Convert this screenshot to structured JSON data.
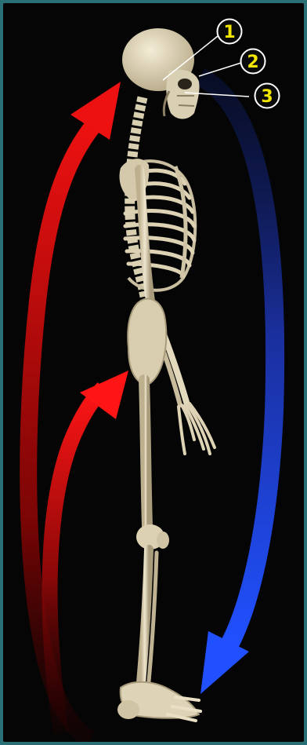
{
  "callouts": [
    {
      "label": "1"
    },
    {
      "label": "2"
    },
    {
      "label": "3"
    }
  ],
  "colors": {
    "frame": "#2a6f73",
    "background": "#050505",
    "bone": "#e6dcc2",
    "bone_shadow": "#a89c7e",
    "arrow_up": "#e01010",
    "arrow_up_dark": "#5a0000",
    "arrow_down": "#1e4dff",
    "arrow_down_dark": "#0a1340",
    "callout_fill": "#0a0a0a",
    "callout_text": "#f2e600",
    "callout_stroke": "#ffffff"
  },
  "icons": {
    "arrow_up_long": "curved-arrow-up",
    "arrow_up_short": "curved-arrow-up",
    "arrow_down": "curved-arrow-down"
  }
}
